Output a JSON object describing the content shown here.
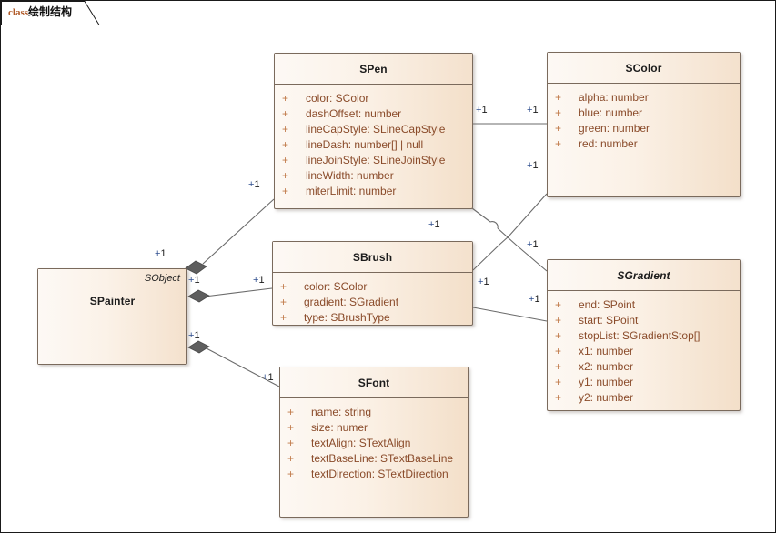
{
  "diagram": {
    "tab_keyword": "class",
    "tab_name": "绘制结构"
  },
  "palette": {
    "class_border": "#7a6a5c",
    "class_fill_left": "#fdf8f3",
    "class_fill_right": "#f3dfc9",
    "attribute_text": "#8a4b2a",
    "visibility_marker": "#c07a48",
    "connector_line": "#6b6b6b",
    "diamond_fill": "#5e5e5e",
    "multiplicity_plus": "#2f4f8f",
    "multiplicity_num": "#1a1a1a",
    "canvas_bg": "#ffffff",
    "tab_keyword": "#b05a28"
  },
  "classes": [
    {
      "id": "spen",
      "name": "SPen",
      "abstract": false,
      "stereotype": null,
      "attributes": [
        {
          "visibility": "+",
          "text": "color: SColor"
        },
        {
          "visibility": "+",
          "text": "dashOffset: number"
        },
        {
          "visibility": "+",
          "text": "lineCapStyle: SLineCapStyle"
        },
        {
          "visibility": "+",
          "text": "lineDash: number[] | null"
        },
        {
          "visibility": "+",
          "text": "lineJoinStyle: SLineJoinStyle"
        },
        {
          "visibility": "+",
          "text": "lineWidth: number"
        },
        {
          "visibility": "+",
          "text": "miterLimit: number"
        }
      ]
    },
    {
      "id": "scolor",
      "name": "SColor",
      "abstract": false,
      "stereotype": null,
      "attributes": [
        {
          "visibility": "+",
          "text": "alpha: number"
        },
        {
          "visibility": "+",
          "text": "blue: number"
        },
        {
          "visibility": "+",
          "text": "green: number"
        },
        {
          "visibility": "+",
          "text": "red: number"
        }
      ]
    },
    {
      "id": "spainter",
      "name": "SPainter",
      "abstract": false,
      "stereotype": "SObject",
      "attributes": []
    },
    {
      "id": "sbrush",
      "name": "SBrush",
      "abstract": false,
      "stereotype": null,
      "attributes": [
        {
          "visibility": "+",
          "text": "color: SColor"
        },
        {
          "visibility": "+",
          "text": "gradient: SGradient"
        },
        {
          "visibility": "+",
          "text": "type: SBrushType"
        }
      ]
    },
    {
      "id": "sgradient",
      "name": "SGradient",
      "abstract": true,
      "stereotype": null,
      "attributes": [
        {
          "visibility": "+",
          "text": "end: SPoint"
        },
        {
          "visibility": "+",
          "text": "start: SPoint"
        },
        {
          "visibility": "+",
          "text": "stopList: SGradientStop[]"
        },
        {
          "visibility": "+",
          "text": "x1: number"
        },
        {
          "visibility": "+",
          "text": "x2: number"
        },
        {
          "visibility": "+",
          "text": "y1: number"
        },
        {
          "visibility": "+",
          "text": "y2: number"
        }
      ]
    },
    {
      "id": "sfont",
      "name": "SFont",
      "abstract": false,
      "stereotype": null,
      "attributes": [
        {
          "visibility": "+",
          "text": "name: string"
        },
        {
          "visibility": "+",
          "text": "size: numer"
        },
        {
          "visibility": "+",
          "text": "textAlign: STextAlign"
        },
        {
          "visibility": "+",
          "text": "textBaseLine: STextBaseLine"
        },
        {
          "visibility": "+",
          "text": "textDirection: STextDirection"
        }
      ]
    }
  ],
  "connectors": [
    {
      "id": "spainter-spen",
      "from": "spainter",
      "to": "spen",
      "type": "composition",
      "source_mult": "+1",
      "target_mult": "+1"
    },
    {
      "id": "spainter-sbrush",
      "from": "spainter",
      "to": "sbrush",
      "type": "composition",
      "source_mult": "+1",
      "target_mult": "+1"
    },
    {
      "id": "spainter-sfont",
      "from": "spainter",
      "to": "sfont",
      "type": "composition",
      "source_mult": "+1",
      "target_mult": "+1"
    },
    {
      "id": "spen-scolor",
      "from": "spen",
      "to": "scolor",
      "type": "association",
      "source_mult": "+1",
      "target_mult": "+1"
    },
    {
      "id": "sbrush-scolor",
      "from": "sbrush",
      "to": "scolor",
      "type": "association",
      "source_mult": "+1",
      "target_mult": "+1"
    },
    {
      "id": "sbrush-sgradient",
      "from": "sbrush",
      "to": "sgradient",
      "type": "association",
      "source_mult": "+1",
      "target_mult": "+1"
    }
  ],
  "multiplicity_labels": [
    {
      "id": "m-spen-left",
      "plus": "+",
      "num": "1"
    },
    {
      "id": "m-spen-right",
      "plus": "+",
      "num": "1"
    },
    {
      "id": "m-scolor-left-top",
      "plus": "+",
      "num": "1"
    },
    {
      "id": "m-scolor-left-mid",
      "plus": "+",
      "num": "1"
    },
    {
      "id": "m-painter-top",
      "plus": "+",
      "num": "1"
    },
    {
      "id": "m-painter-mid",
      "plus": "+",
      "num": "1"
    },
    {
      "id": "m-painter-bottom",
      "plus": "+",
      "num": "1"
    },
    {
      "id": "m-sbrush-left",
      "plus": "+",
      "num": "1"
    },
    {
      "id": "m-sbrush-topright",
      "plus": "+",
      "num": "1"
    },
    {
      "id": "m-sbrush-right",
      "plus": "+",
      "num": "1"
    },
    {
      "id": "m-sgradient-left",
      "plus": "+",
      "num": "1"
    },
    {
      "id": "m-sgradient-up",
      "plus": "+",
      "num": "1"
    },
    {
      "id": "m-sfont-left",
      "plus": "+",
      "num": "1"
    }
  ]
}
